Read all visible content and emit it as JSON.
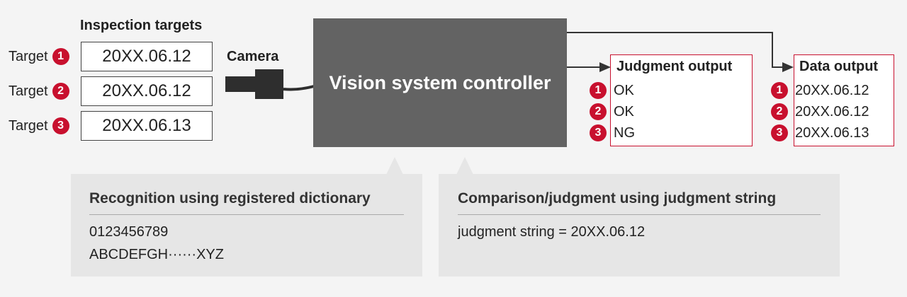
{
  "inspection_title": "Inspection targets",
  "targets": [
    {
      "label": "Target",
      "badge": "1",
      "date": "20XX.06.12"
    },
    {
      "label": "Target",
      "badge": "2",
      "date": "20XX.06.12"
    },
    {
      "label": "Target",
      "badge": "3",
      "date": "20XX.06.13"
    }
  ],
  "camera_label": "Camera",
  "controller_label": "Vision system controller",
  "judgment_output": {
    "title": "Judgment output",
    "rows": [
      {
        "badge": "1",
        "value": "OK"
      },
      {
        "badge": "2",
        "value": "OK"
      },
      {
        "badge": "3",
        "value": "NG"
      }
    ]
  },
  "data_output": {
    "title": "Data output",
    "rows": [
      {
        "badge": "1",
        "value": "20XX.06.12"
      },
      {
        "badge": "2",
        "value": "20XX.06.12"
      },
      {
        "badge": "3",
        "value": "20XX.06.13"
      }
    ]
  },
  "callout_left": {
    "title": "Recognition using registered dictionary",
    "lines": [
      "0123456789",
      "ABCDEFGH······XYZ"
    ]
  },
  "callout_right": {
    "title": "Comparison/judgment using judgment string",
    "lines": [
      "judgment string = 20XX.06.12"
    ]
  },
  "colors": {
    "accent": "#c8102e",
    "controller": "#636363",
    "callout": "#e6e6e6",
    "background": "#f4f4f4"
  }
}
